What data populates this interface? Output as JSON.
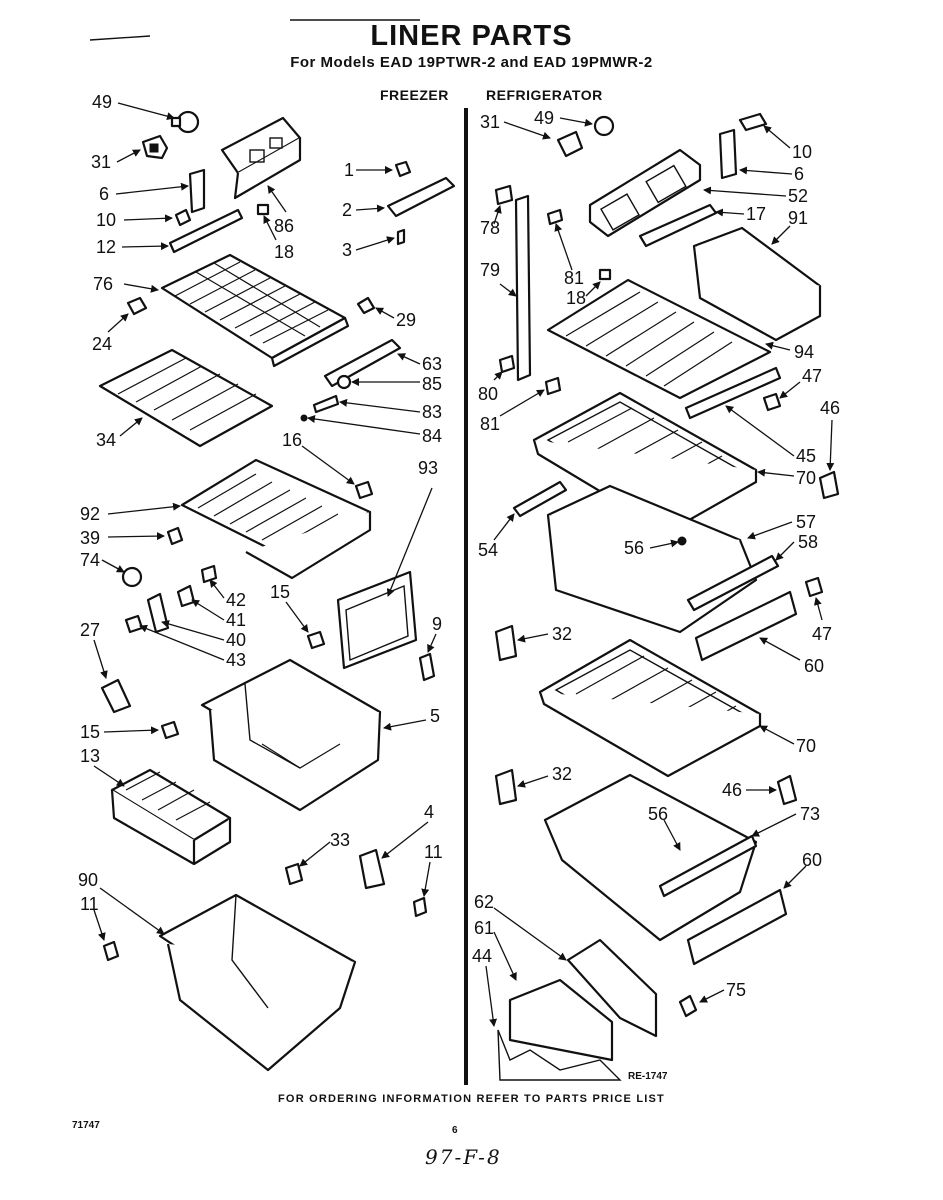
{
  "header": {
    "title": "LINER PARTS",
    "subtitle": "For Models EAD 19PTWR-2 and EAD 19PMWR-2"
  },
  "sections": {
    "freezer": "FREEZER",
    "refrigerator": "REFRIGERATOR"
  },
  "callouts": [
    {
      "id": "c49a",
      "text": "49"
    },
    {
      "id": "c31a",
      "text": "31"
    },
    {
      "id": "c6a",
      "text": "6"
    },
    {
      "id": "c10a",
      "text": "10"
    },
    {
      "id": "c12",
      "text": "12"
    },
    {
      "id": "c86",
      "text": "86"
    },
    {
      "id": "c18a",
      "text": "18"
    },
    {
      "id": "c1",
      "text": "1"
    },
    {
      "id": "c2",
      "text": "2"
    },
    {
      "id": "c3",
      "text": "3"
    },
    {
      "id": "c76",
      "text": "76"
    },
    {
      "id": "c24",
      "text": "24"
    },
    {
      "id": "c29",
      "text": "29"
    },
    {
      "id": "c63",
      "text": "63"
    },
    {
      "id": "c85",
      "text": "85"
    },
    {
      "id": "c83",
      "text": "83"
    },
    {
      "id": "c84",
      "text": "84"
    },
    {
      "id": "c34",
      "text": "34"
    },
    {
      "id": "c16",
      "text": "16"
    },
    {
      "id": "c93",
      "text": "93"
    },
    {
      "id": "c92",
      "text": "92"
    },
    {
      "id": "c39",
      "text": "39"
    },
    {
      "id": "c74",
      "text": "74"
    },
    {
      "id": "c42",
      "text": "42"
    },
    {
      "id": "c41",
      "text": "41"
    },
    {
      "id": "c40",
      "text": "40"
    },
    {
      "id": "c43",
      "text": "43"
    },
    {
      "id": "c15a",
      "text": "15"
    },
    {
      "id": "c9",
      "text": "9"
    },
    {
      "id": "c27",
      "text": "27"
    },
    {
      "id": "c5",
      "text": "5"
    },
    {
      "id": "c15b",
      "text": "15"
    },
    {
      "id": "c13",
      "text": "13"
    },
    {
      "id": "c4",
      "text": "4"
    },
    {
      "id": "c33",
      "text": "33"
    },
    {
      "id": "c11a",
      "text": "11"
    },
    {
      "id": "c90",
      "text": "90"
    },
    {
      "id": "c11b",
      "text": "11"
    },
    {
      "id": "c31b",
      "text": "31"
    },
    {
      "id": "c49b",
      "text": "49"
    },
    {
      "id": "c10b",
      "text": "10"
    },
    {
      "id": "c6b",
      "text": "6"
    },
    {
      "id": "c52",
      "text": "52"
    },
    {
      "id": "c17",
      "text": "17"
    },
    {
      "id": "c91",
      "text": "91"
    },
    {
      "id": "c78",
      "text": "78"
    },
    {
      "id": "c79",
      "text": "79"
    },
    {
      "id": "c81a",
      "text": "81"
    },
    {
      "id": "c18b",
      "text": "18"
    },
    {
      "id": "c94",
      "text": "94"
    },
    {
      "id": "c47a",
      "text": "47"
    },
    {
      "id": "c46a",
      "text": "46"
    },
    {
      "id": "c80",
      "text": "80"
    },
    {
      "id": "c81b",
      "text": "81"
    },
    {
      "id": "c45",
      "text": "45"
    },
    {
      "id": "c70a",
      "text": "70"
    },
    {
      "id": "c57",
      "text": "57"
    },
    {
      "id": "c54",
      "text": "54"
    },
    {
      "id": "c56a",
      "text": "56"
    },
    {
      "id": "c58",
      "text": "58"
    },
    {
      "id": "c47b",
      "text": "47"
    },
    {
      "id": "c32a",
      "text": "32"
    },
    {
      "id": "c60a",
      "text": "60"
    },
    {
      "id": "c70b",
      "text": "70"
    },
    {
      "id": "c32b",
      "text": "32"
    },
    {
      "id": "c46b",
      "text": "46"
    },
    {
      "id": "c56b",
      "text": "56"
    },
    {
      "id": "c73",
      "text": "73"
    },
    {
      "id": "c60b",
      "text": "60"
    },
    {
      "id": "c62",
      "text": "62"
    },
    {
      "id": "c61",
      "text": "61"
    },
    {
      "id": "c44",
      "text": "44"
    },
    {
      "id": "c75",
      "text": "75"
    }
  ],
  "drawing_code": "RE-1747",
  "footer": "FOR ORDERING INFORMATION REFER TO PARTS PRICE LIST",
  "doc_number": "71747",
  "page_number": "6",
  "handwritten_note": "97-F-8"
}
